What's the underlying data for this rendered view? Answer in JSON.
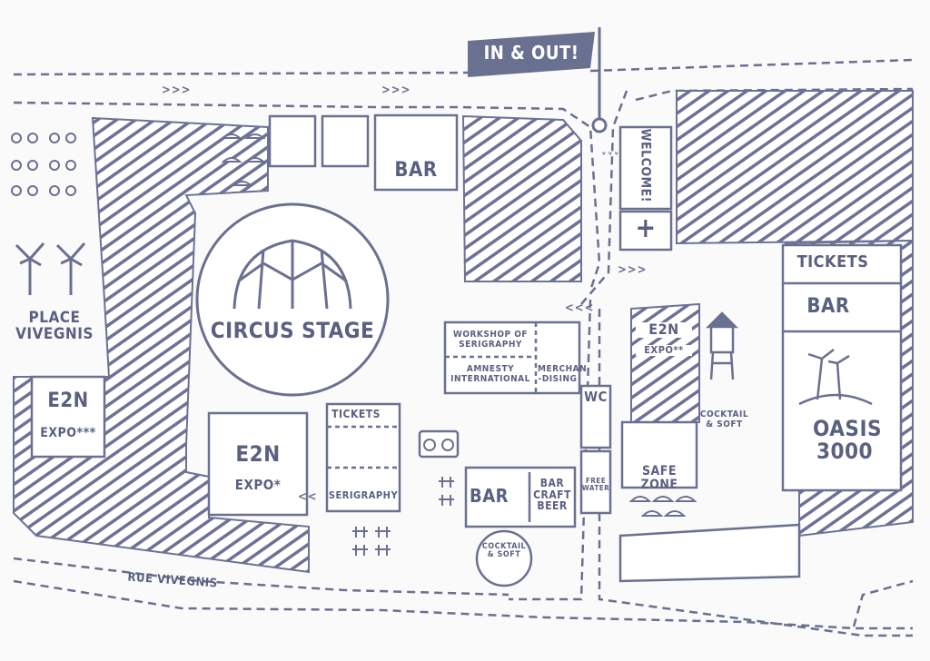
{
  "entrance_flag": "IN & OUT!",
  "welcome": "WELCOME!",
  "first_aid_symbol": "+",
  "place_vivegnis": "PLACE VIVEGNIS",
  "rue_vivegnis": "RUE VIVEGNIS",
  "circus_stage": "CIRCUS STAGE",
  "bar_top": "BAR",
  "bar_right": "BAR",
  "bar_bottom": "BAR",
  "bar_craft_beer": "BAR CRAFT BEER",
  "tickets_right": "TICKETS",
  "tickets_mid": "TICKETS",
  "oasis": "OASIS 3000",
  "expo_left": "EXPO***",
  "expo_mid": "EXPO*",
  "expo_right": "EXPO**",
  "e2n": "E2N",
  "workshop": "WORKSHOP OF SERIGRAPHY",
  "amnesty": "AMNESTY INTERNATIONAL",
  "merch": "MERCHAN -DISING",
  "wc": "WC",
  "free_water": "FREE WATER",
  "safe_zone": "SAFE ZONE",
  "cocktail_tower": "COCKTAIL & SOFT",
  "cocktail_circle": "COCKTAIL & SOFT",
  "serigraphy": "SERIGRAPHY",
  "chevrons_right": ">>>",
  "chevrons_left": "<<",
  "chevrons_left3": "<<<",
  "chevrons_down": "˅˅˅",
  "colors": {
    "ink": "#6a7090",
    "paper": "#ffffff",
    "background": "#fafafa"
  }
}
